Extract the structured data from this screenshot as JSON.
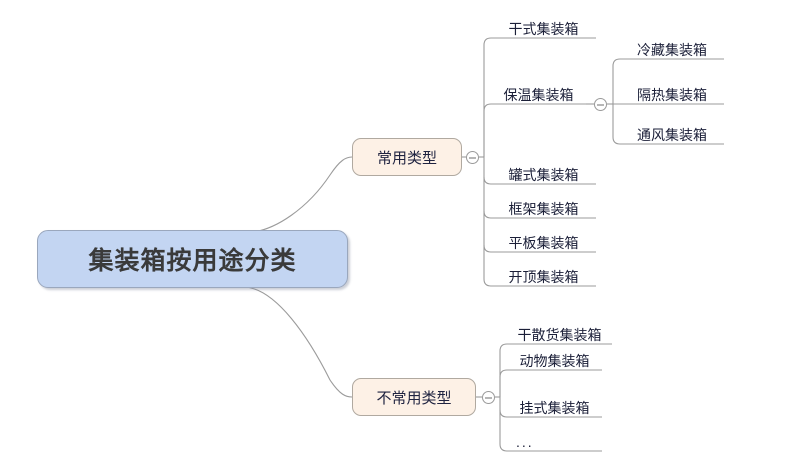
{
  "diagram": {
    "type": "mindmap",
    "title": "集装箱按用途分类",
    "colors": {
      "root_fill": "#c3d5f2",
      "root_border": "#9aa7bd",
      "branch_fill": "#fdf1e6",
      "branch_border": "#b0a9a0",
      "line": "#9b9b9b",
      "text": "#1b1f38",
      "root_text": "#3a3a3a",
      "background": "#ffffff"
    },
    "root": {
      "label": "集装箱按用途分类"
    },
    "branches": [
      {
        "label": "常用类型",
        "collapse_icon": "minus-circle-icon",
        "children": [
          {
            "label": "干式集装箱"
          },
          {
            "label": "保温集装箱",
            "collapse_icon": "minus-circle-icon",
            "children": [
              {
                "label": "冷藏集装箱"
              },
              {
                "label": "隔热集装箱"
              },
              {
                "label": "通风集装箱"
              }
            ]
          },
          {
            "label": "罐式集装箱"
          },
          {
            "label": "框架集装箱"
          },
          {
            "label": "平板集装箱"
          },
          {
            "label": "开顶集装箱"
          }
        ]
      },
      {
        "label": "不常用类型",
        "collapse_icon": "minus-circle-icon",
        "children": [
          {
            "label": "干散货集装箱"
          },
          {
            "label": "动物集装箱"
          },
          {
            "label": "挂式集装箱"
          },
          {
            "label": "..."
          }
        ]
      }
    ]
  }
}
